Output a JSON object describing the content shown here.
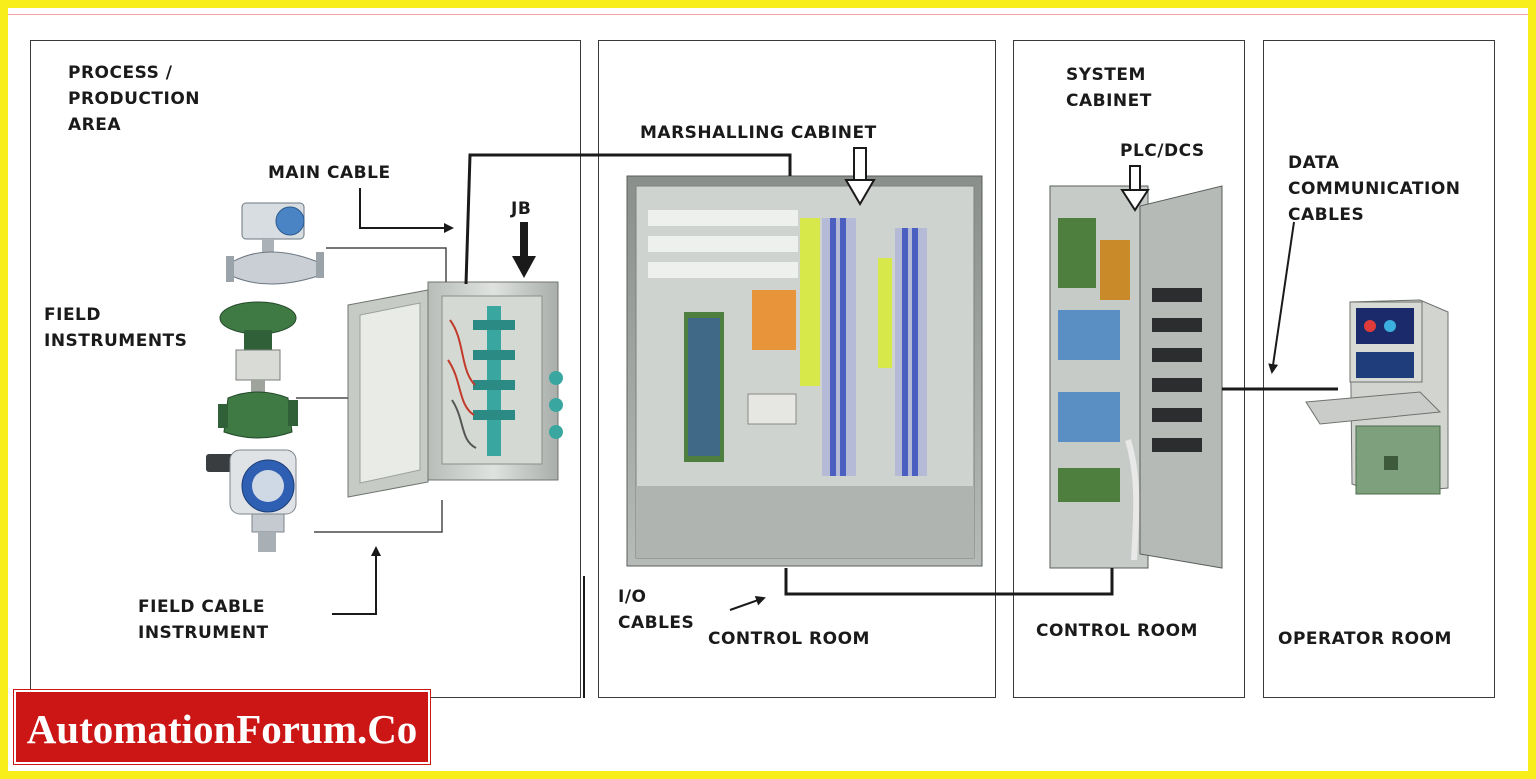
{
  "labels": {
    "process_area": "PROCESS / PRODUCTION AREA",
    "main_cable": "MAIN CABLE",
    "jb": "JB",
    "field_instruments": "FIELD INSTRUMENTS",
    "field_cable_instrument": "FIELD CABLE INSTRUMENT",
    "marshalling_cabinet": "MARSHALLING CABINET",
    "io_cables": "I/O CABLES",
    "control_room_1": "CONTROL ROOM",
    "system_cabinet": "SYSTEM CABINET",
    "plc_dcs": "PLC/DCS",
    "control_room_2": "CONTROL ROOM",
    "data_communication_cables": "DATA COMMUNICATION CABLES",
    "operator_room": "OPERATOR ROOM"
  },
  "brand": {
    "text": "AutomationForum.Co"
  },
  "colors": {
    "frame": "#f7ee1b",
    "brand": "#cc1515",
    "line": "#1a1a1a",
    "cabinet": "#c9ccc8",
    "instrument_green": "#3f7a45",
    "flowmeter_blue": "#3c6fb0"
  }
}
